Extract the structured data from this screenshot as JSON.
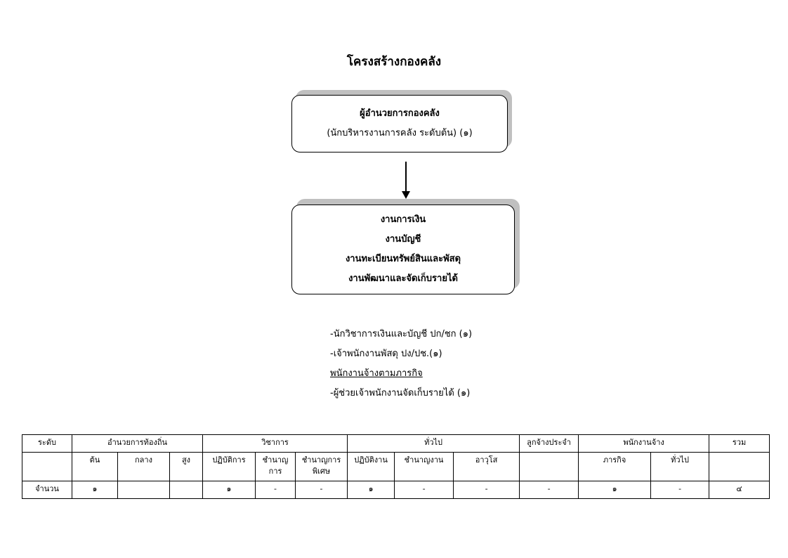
{
  "title": "โครงสร้างกองคลัง",
  "director_box": {
    "line1": "ผู้อำนวยการกองคลัง",
    "line2": "(นักบริหารงานการคลัง ระดับต้น) (๑)"
  },
  "sections_box": {
    "items": [
      "งานการเงิน",
      "งานบัญชี",
      "งานทะเบียนทรัพย์สินและพัสดุ",
      "งานพัฒนาและจัดเก็บรายได้"
    ]
  },
  "staff": {
    "items": [
      "-นักวิชาการเงินและบัญชี  ปก/ชก (๑)",
      "-เจ้าพนักงานพัสดุ ปง/ปช.(๑)",
      "พนักงานจ้างตามภารกิจ",
      "-ผู้ช่วยเจ้าพนักงานจัดเก็บรายได้ (๑)"
    ]
  },
  "table": {
    "head": {
      "level": "ระดับ",
      "local_admin": "อำนวยการท้องถิ่น",
      "academic": "วิชาการ",
      "general": "ทั่วไป",
      "permanent_employee": "ลูกจ้างประจำ",
      "contract_employee": "พนักงานจ้าง",
      "total": "รวม"
    },
    "sub": {
      "admin_low": "ต้น",
      "admin_mid": "กลาง",
      "admin_high": "สูง",
      "acad_practitioner": "ปฏิบัติการ",
      "acad_professional": "ชำนาญการ",
      "acad_senior": "ชำนาญการพิเศษ",
      "gen_operator": "ปฏิบัติงาน",
      "gen_experienced": "ชำนาญงาน",
      "gen_senior": "อาวุโส",
      "contract_mission": "ภารกิจ",
      "contract_general": "ทั่วไป"
    },
    "count": {
      "label": "จำนวน",
      "admin_low": "๑",
      "admin_mid": "",
      "admin_high": "",
      "acad_practitioner": "๑",
      "acad_professional": "-",
      "acad_senior": "-",
      "gen_operator": "๑",
      "gen_experienced": "-",
      "gen_senior": "-",
      "permanent": "-",
      "contract_mission": "๑",
      "contract_general": "-",
      "total": "๔"
    }
  }
}
